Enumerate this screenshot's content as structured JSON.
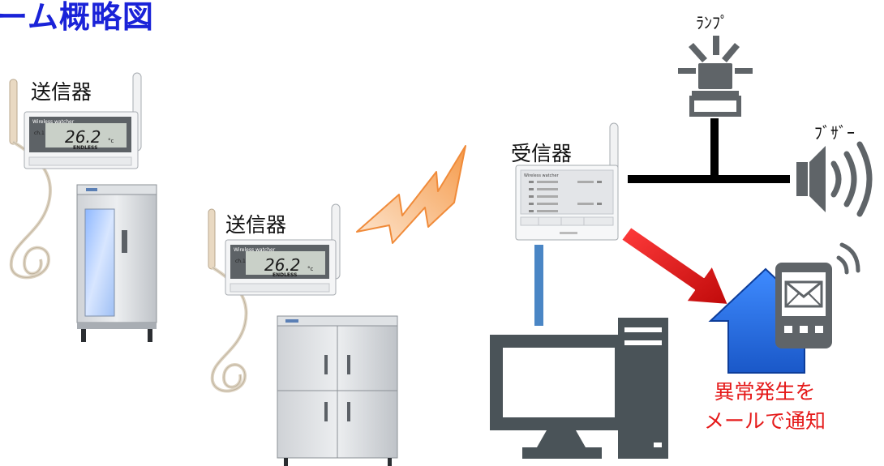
{
  "title": "ーム概略図",
  "labels": {
    "transmitter_1": "送信器",
    "transmitter_2": "送信器",
    "receiver": "受信器",
    "lamp": "ﾗﾝﾌﾟ",
    "buzzer": "ﾌﾞｻﾞｰ",
    "notice_line1": "異常発生を",
    "notice_line2": "メールで通知"
  },
  "device": {
    "brand": "Wireless watcher",
    "reading": "26.2",
    "unit": "°c",
    "channel": "ch.1",
    "maker": "ENDLESS"
  },
  "colors": {
    "title": "#1a23d8",
    "notice": "#e51a1a",
    "signal_bolt": "#f7a55a",
    "alert_arrow": "#e01818",
    "house": "#1f6fe0",
    "cable": "#4a86c5",
    "wire": "#000000",
    "monitor": "#4a5358"
  }
}
